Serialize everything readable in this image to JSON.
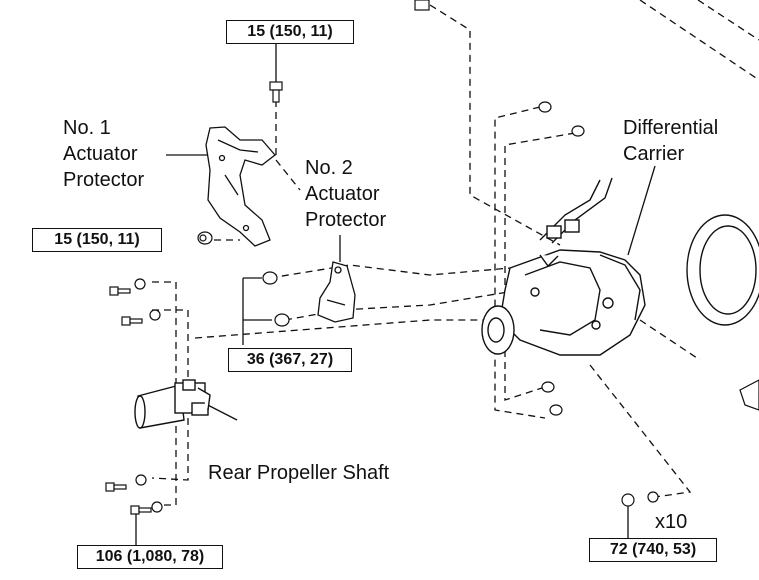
{
  "torque_specs": {
    "top_bolt": "15 (150, 11)",
    "left_bolt": "15 (150, 11)",
    "protector_bolts": "36 (367, 27)",
    "shaft_bolts": "106 (1,080, 78)",
    "carrier_bolts": "72 (740, 53)"
  },
  "labels": {
    "no1_line1": "No. 1",
    "no1_line2": "Actuator",
    "no1_line3": "Protector",
    "no2_line1": "No. 2",
    "no2_line2": "Actuator",
    "no2_line3": "Protector",
    "differential_line1": "Differential",
    "differential_line2": "Carrier",
    "rear_shaft": "Rear Propeller Shaft",
    "multiplier": "x10"
  }
}
